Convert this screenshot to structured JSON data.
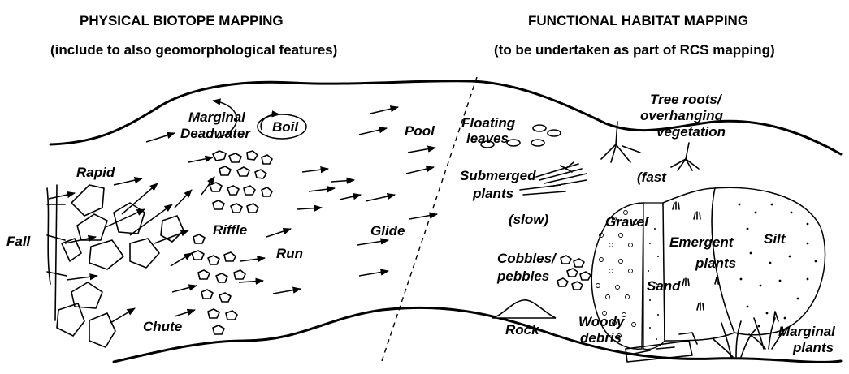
{
  "headings": {
    "left_title": "PHYSICAL BIOTOPE MAPPING",
    "left_subtitle": "(include to also geomorphological features)",
    "right_title": "FUNCTIONAL HABITAT MAPPING",
    "right_subtitle": "(to be undertaken as part of RCS mapping)"
  },
  "labels": {
    "marginal": "Marginal",
    "deadwater": "Deadwater",
    "boil": "Boil",
    "pool": "Pool",
    "rapid": "Rapid",
    "fall": "Fall",
    "riffle": "Riffle",
    "run": "Run",
    "glide": "Glide",
    "chute": "Chute",
    "floating": "Floating",
    "leaves": "leaves",
    "submerged": "Submerged",
    "plants1": "plants",
    "tree_roots": "Tree roots/",
    "overhanging": "overhanging",
    "vegetation": "vegetation",
    "fast": "(fast",
    "slow": "(slow)",
    "gravel": "Gravel",
    "emergent": "Emergent",
    "plants2": "plants",
    "silt": "Silt",
    "cobbles": "Cobbles/",
    "pebbles": "pebbles",
    "sand": "Sand",
    "rock": "Rock",
    "woody": "Woody",
    "debris": "debris",
    "marginal2": "Marginal",
    "plants3": "plants"
  }
}
